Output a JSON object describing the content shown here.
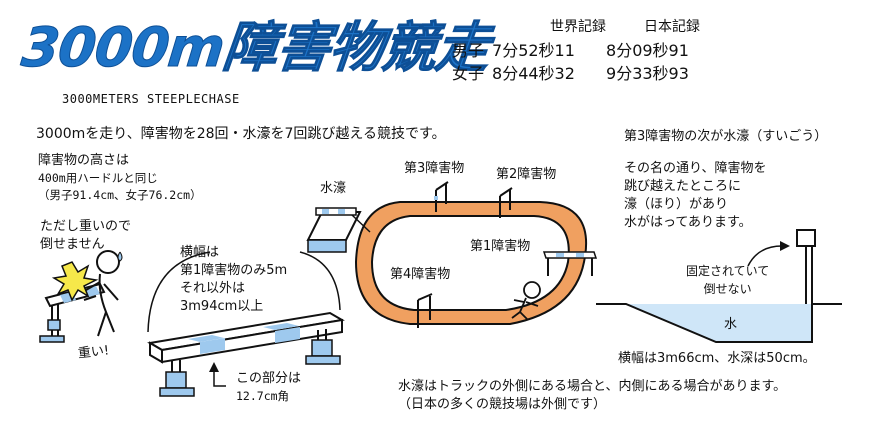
{
  "header": {
    "title": "3000m障害物競走",
    "subtitle": "3000METERS STEEPLECHASE"
  },
  "records": {
    "col_world": "世界記録",
    "col_japan": "日本記録",
    "rows": [
      {
        "label": "男子",
        "world": "7分52秒11",
        "japan": "8分09秒91"
      },
      {
        "label": "女子",
        "world": "8分44秒32",
        "japan": "9分33秒93"
      }
    ]
  },
  "intro": "3000mを走り、障害物を28回・水濠を7回跳び越える競技です。",
  "hurdle": {
    "height_lines": [
      "障害物の高さは",
      "400m用ハードルと同じ",
      "（男子91.4cm、女子76.2cm）"
    ],
    "heavy_lines": [
      "ただし重いので",
      "倒せません"
    ],
    "heavy_sfx": "重い!",
    "width_lines": [
      "横幅は",
      "第1障害物のみ5m",
      "それ以外は",
      "3m94cm以上"
    ],
    "part_lines": [
      "この部分は",
      "12.7cm角"
    ]
  },
  "track": {
    "water_label": "水濠",
    "h1": "第1障害物",
    "h2": "第2障害物",
    "h3": "第3障害物",
    "h4": "第4障害物"
  },
  "waterjump": {
    "heading": "第3障害物の次が水濠（すいごう）",
    "desc_lines": [
      "その名の通り、障害物を",
      "跳び越えたところに",
      "濠（ほり）があり",
      "水がはってあります。"
    ],
    "fixed_lines": [
      "固定されていて",
      "倒せない"
    ],
    "water_label": "水",
    "dims": "横幅は3m66cm、水深は50cm。"
  },
  "footer": {
    "lines": [
      "水濠はトラックの外側にある場合と、内側にある場合があります。",
      "（日本の多くの競技場は外側です）"
    ]
  },
  "colors": {
    "title_blue": "#1c72c6",
    "hurdle_blue": "#9ec9ee",
    "track_orange": "#f0a060",
    "track_fill": "#f8ddc0",
    "water_blue": "#cfe6f8"
  }
}
